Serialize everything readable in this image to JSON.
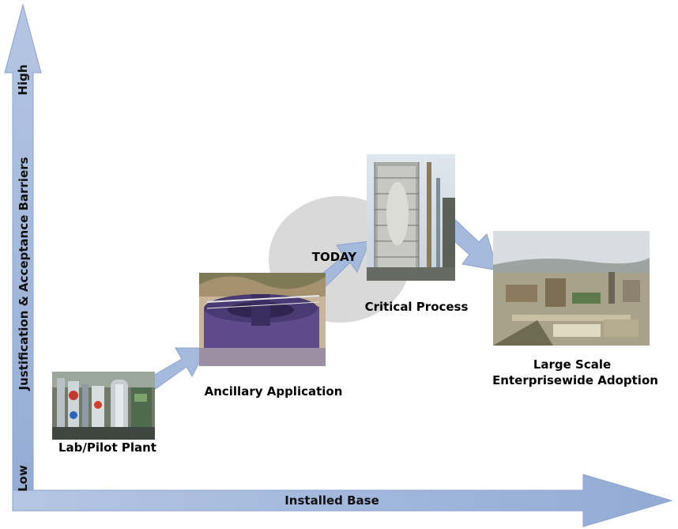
{
  "axes": {
    "y_title": "Justification & Acceptance Barriers",
    "y_high": "High",
    "y_low": "Low",
    "x_title": "Installed Base"
  },
  "stages": [
    {
      "label": "Lab/Pilot Plant",
      "image": "lab-pilot-plant-photo"
    },
    {
      "label": "Ancillary Application",
      "image": "water-treatment-tank-photo"
    },
    {
      "label": "Critical Process",
      "image": "process-tower-photo"
    },
    {
      "label_line1": "Large Scale",
      "label_line2": "Enterprisewide Adoption",
      "image": "refinery-aerial-photo"
    }
  ],
  "marker": {
    "label": "TODAY"
  },
  "colors": {
    "arrow_fill": "#a5b9dc",
    "arrow_stroke": "#8da3cc",
    "today_blob": "#d9d9d9"
  }
}
